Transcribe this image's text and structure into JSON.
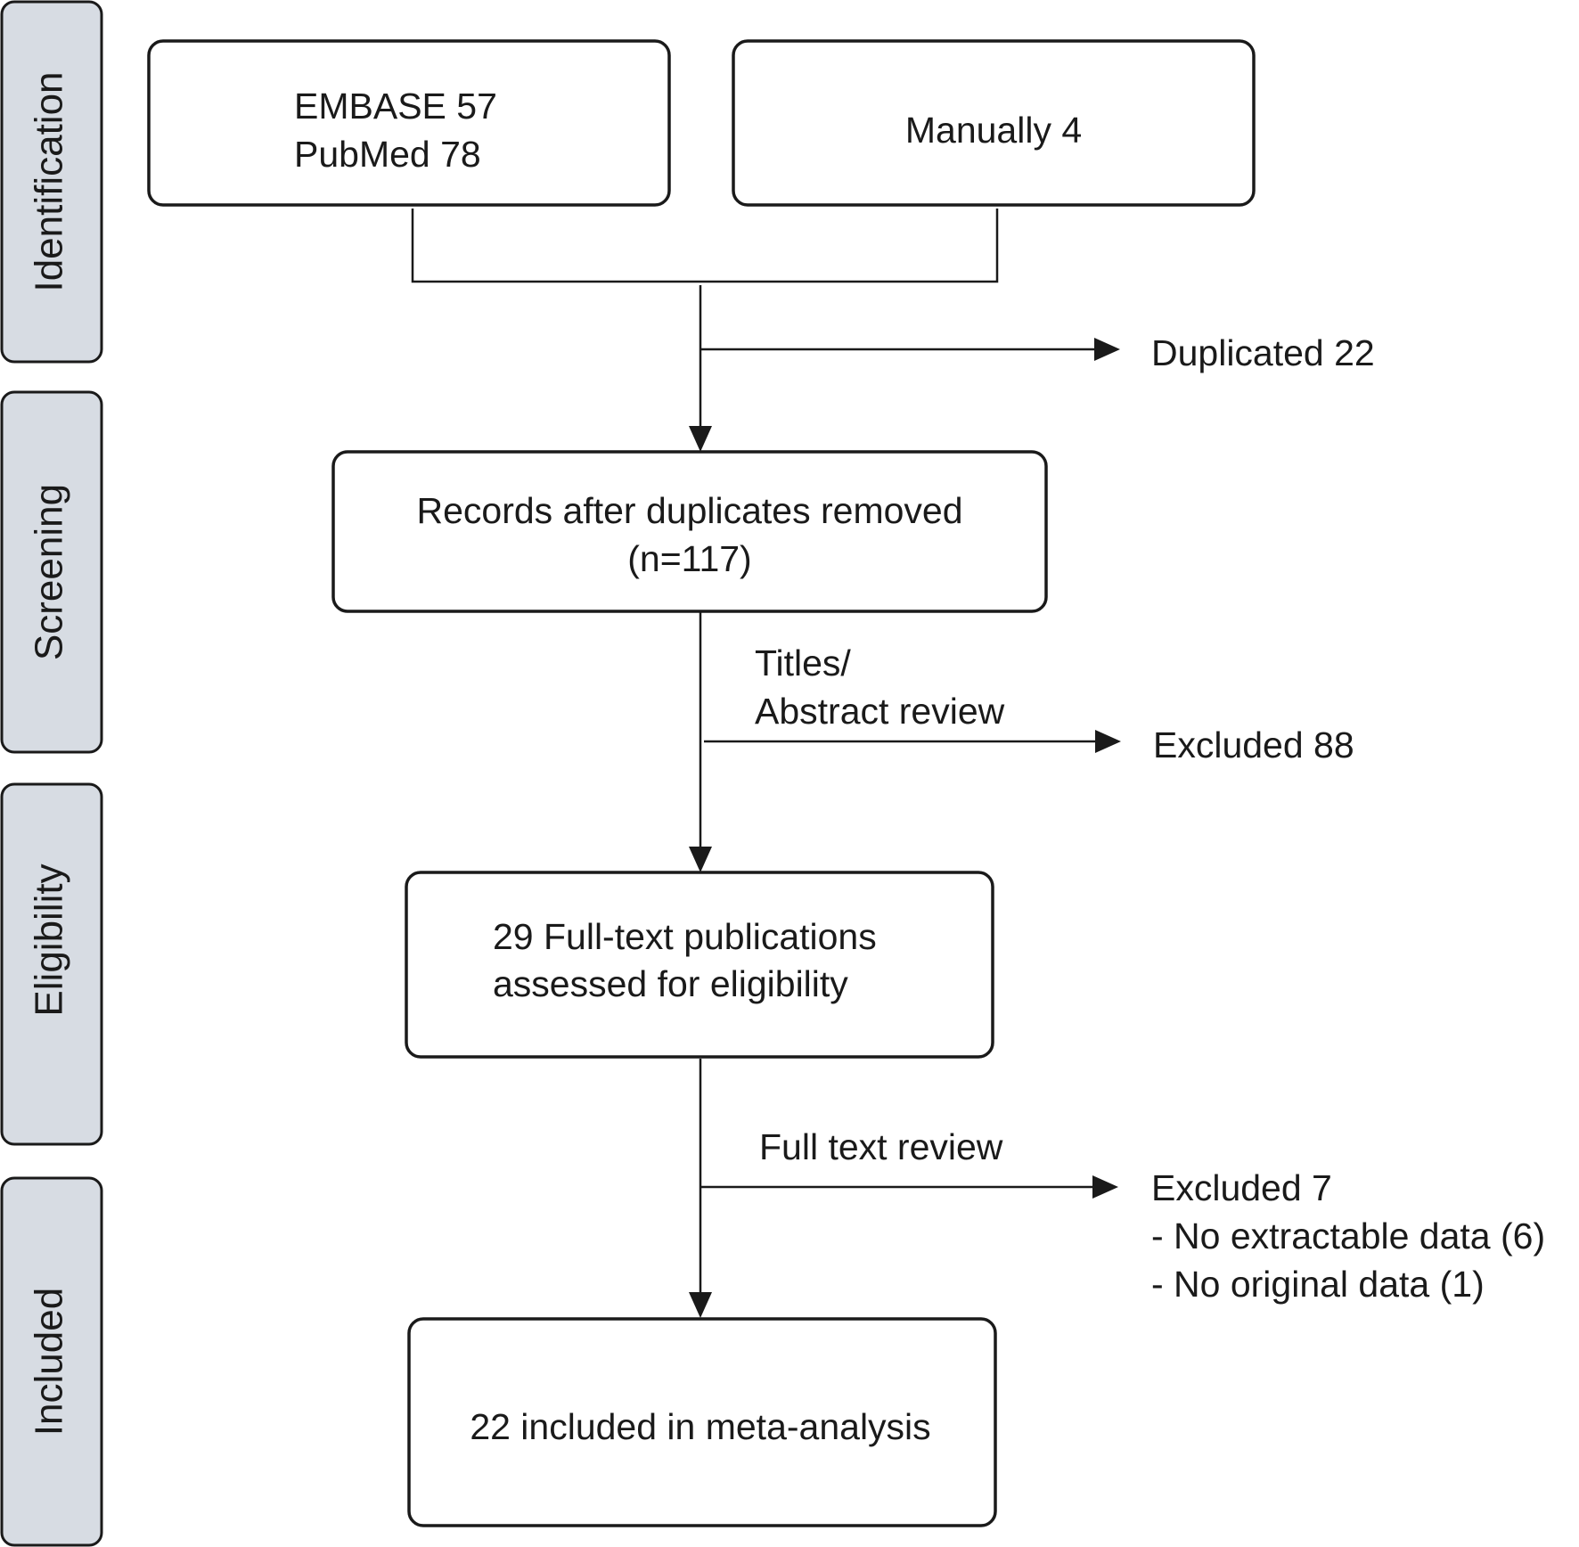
{
  "stages": [
    "Identification",
    "Screening",
    "Eligibility",
    "Included"
  ],
  "boxes": {
    "databases": [
      "EMBASE 57",
      "PubMed 78"
    ],
    "manual": "Manually 4",
    "after_duplicates": [
      "Records after duplicates removed",
      "(n=117)"
    ],
    "full_text": [
      "29 Full-text publications",
      "assessed for eligibility"
    ],
    "included": "22 included in meta-analysis"
  },
  "side": {
    "duplicated": "Duplicated 22",
    "title_abstract_review": [
      "Titles/",
      "Abstract review"
    ],
    "excluded_screening": "Excluded 88",
    "full_text_review": "Full text review",
    "excluded_eligibility": [
      "Excluded 7",
      "- No extractable data (6)",
      "- No original data (1)"
    ]
  },
  "colors": {
    "stage_fill": "#d7dce3",
    "stroke": "#1a1a1a",
    "box_fill": "#ffffff"
  }
}
